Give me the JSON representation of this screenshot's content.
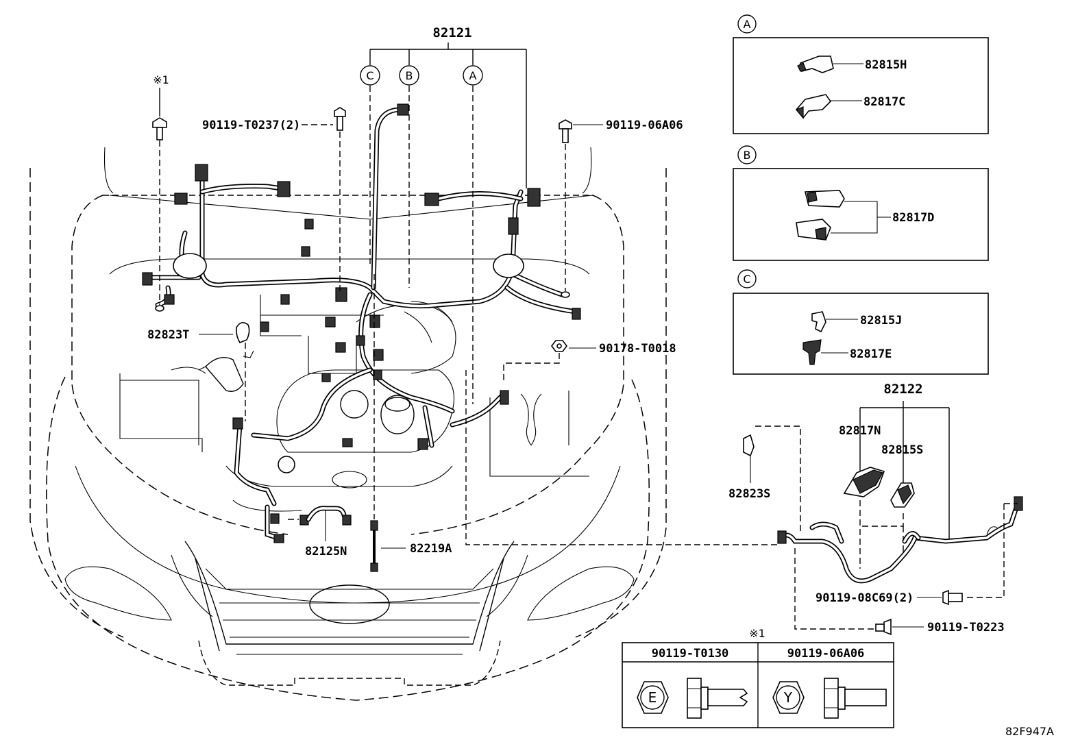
{
  "diagram_id": "82F947A",
  "main_harness": {
    "part_number": "82121"
  },
  "circle_labels": {
    "a": "A",
    "b": "B",
    "c": "C"
  },
  "callouts": {
    "bolt_t0237": "90119-T0237(2)",
    "bolt_06a06_top": "90119-06A06",
    "clip_82823t": "82823T",
    "nut_t0018": "90178-T0018",
    "sub_82125n": "82125N",
    "wire_82219a": "82219A",
    "note_mark": "※1"
  },
  "detail_a": {
    "parts": [
      "82815H",
      "82817C"
    ]
  },
  "detail_b": {
    "parts": [
      "82817D"
    ]
  },
  "detail_c": {
    "parts": [
      "82815J",
      "82817E"
    ]
  },
  "sub_harness": {
    "part_number": "82122",
    "parts": [
      "82817N",
      "82815S",
      "82823S"
    ],
    "bolt_08c69": "90119-08C69(2)",
    "bolt_t0223": "90119-T0223"
  },
  "fastener_table": {
    "note_mark": "※1",
    "columns": [
      {
        "part_number": "90119-T0130",
        "mark": "E"
      },
      {
        "part_number": "90119-06A06",
        "mark": "Y"
      }
    ]
  }
}
